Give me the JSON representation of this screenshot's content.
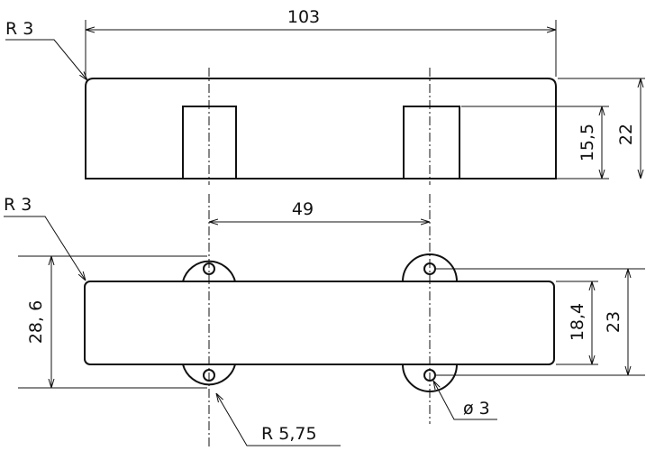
{
  "top_view": {
    "overall_length": "103",
    "corner_radius": "R 3",
    "total_height": "22",
    "slot_depth": "15,5"
  },
  "bottom_view": {
    "pole_spacing": "49",
    "corner_radius": "R 3",
    "overall_width": "28, 6",
    "ear_width": "23",
    "body_width": "18,4",
    "ear_radius": "R 5,75",
    "hole_diameter": "ø 3"
  }
}
